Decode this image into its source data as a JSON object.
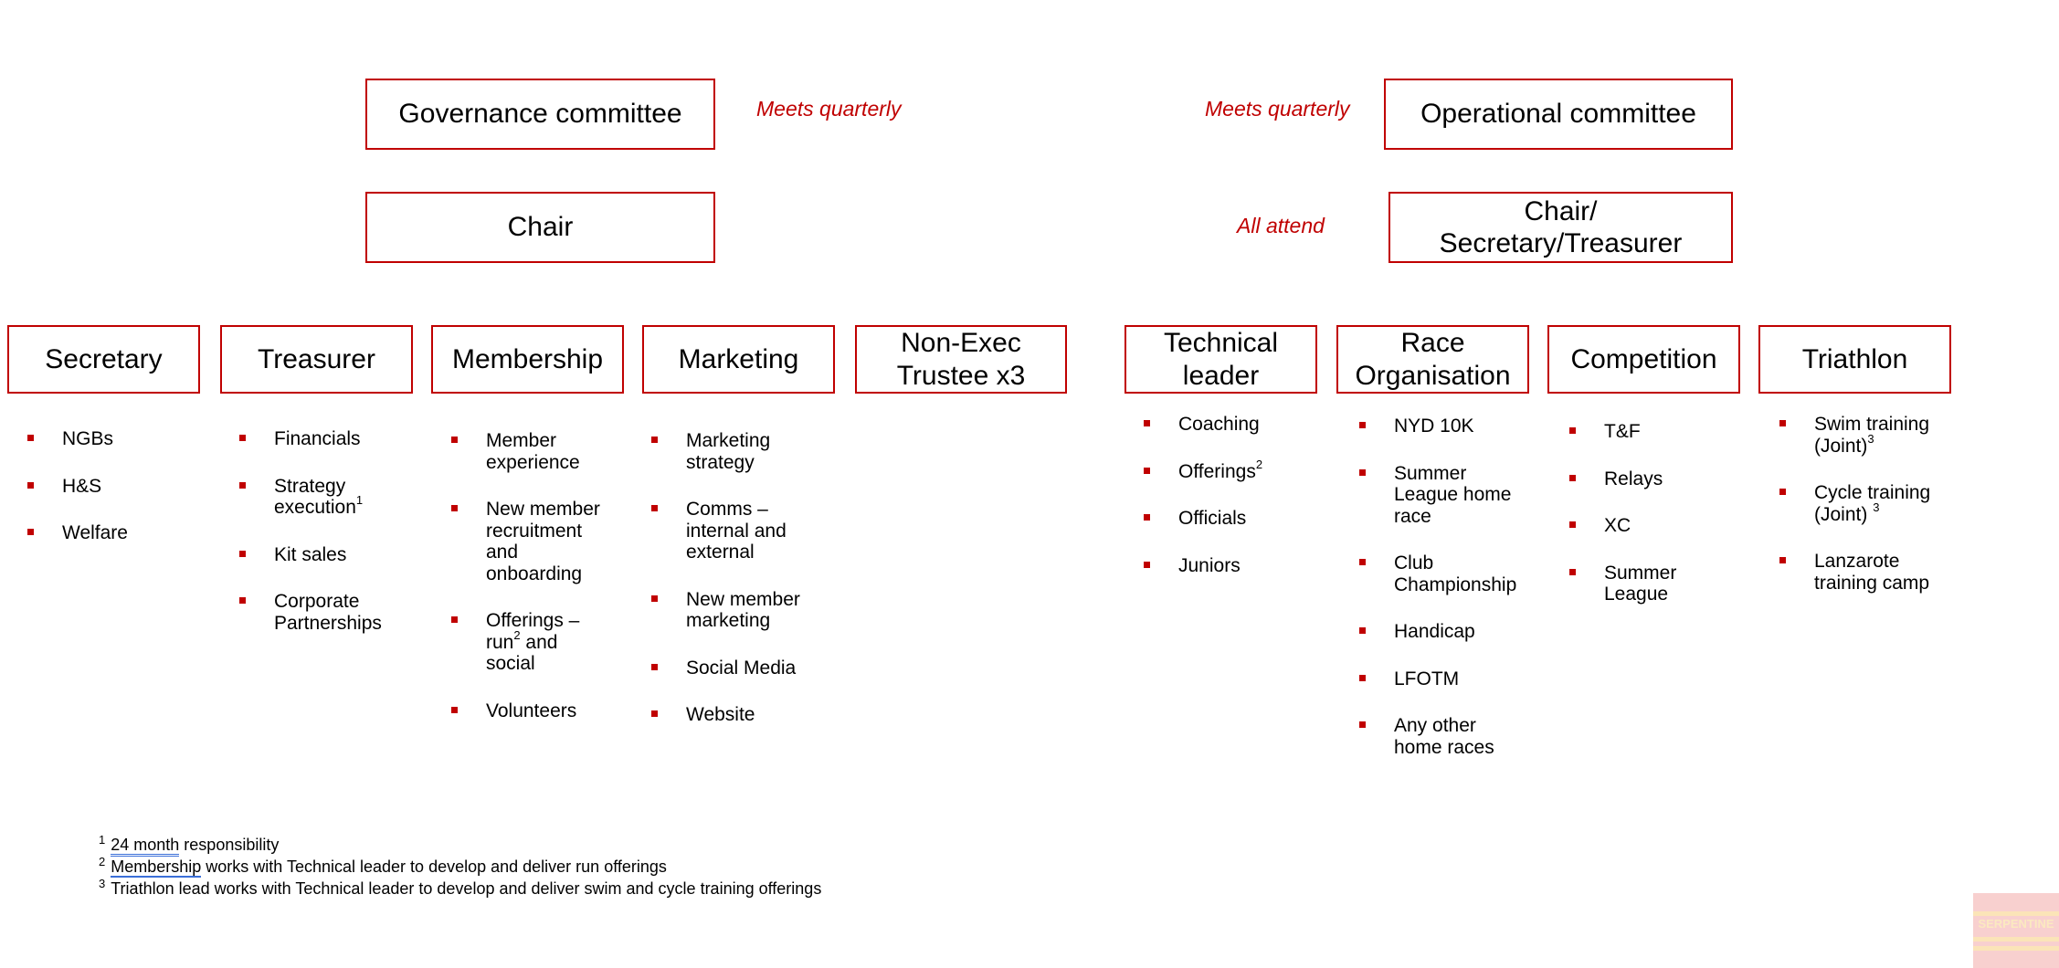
{
  "governance": {
    "title": "Governance committee",
    "note": "Meets quarterly",
    "chair": "Chair"
  },
  "operational": {
    "title": "Operational committee",
    "note": "Meets quarterly",
    "chair_line1": "Chair/",
    "chair_line2": "Secretary/Treasurer",
    "attend_note": "All attend"
  },
  "roles": {
    "secretary": {
      "title": "Secretary",
      "items": [
        "NGBs",
        "H&S",
        "Welfare"
      ]
    },
    "treasurer": {
      "title": "Treasurer",
      "items": [
        "Financials",
        "Strategy execution",
        "Kit sales",
        "Corporate Partnerships"
      ],
      "item2_sup": "1"
    },
    "membership": {
      "title": "Membership",
      "items": [
        "Member experience",
        "New member recruitment and onboarding",
        "Offerings – run",
        " and social",
        "Volunteers"
      ],
      "item3_sup": "2"
    },
    "marketing": {
      "title": "Marketing",
      "items": [
        "Marketing strategy",
        "Comms – internal and external",
        "New member marketing",
        "Social Media",
        "Website"
      ]
    },
    "nonexec": {
      "title_line1": "Non-Exec",
      "title_line2": "Trustee x3"
    },
    "technical": {
      "title_line1": "Technical",
      "title_line2": "leader",
      "items": [
        "Coaching",
        "Offerings",
        "Officials",
        "Juniors"
      ],
      "item2_sup": "2"
    },
    "race": {
      "title_line1": "Race",
      "title_line2": "Organisation",
      "items": [
        "NYD 10K",
        "Summer League home race",
        "Club Championship",
        "Handicap",
        "LFOTM",
        "Any other home races"
      ]
    },
    "competition": {
      "title": "Competition",
      "items": [
        "T&F",
        "Relays",
        "XC",
        "Summer League"
      ]
    },
    "triathlon": {
      "title": "Triathlon",
      "items": [
        "Swim training (Joint)",
        "Cycle training (Joint)",
        "Lanzarote training camp"
      ],
      "item1_sup": "3",
      "item2_sup": "3"
    }
  },
  "footnotes": [
    {
      "mark": "1",
      "underlined": "24 month",
      "text": " responsibility"
    },
    {
      "mark": "2",
      "underlined": "Membership",
      "text": " works with Technical leader to develop and deliver run offerings"
    },
    {
      "mark": "3",
      "text": "Triathlon lead works with Technical leader to develop and deliver swim and cycle training offerings"
    }
  ],
  "logo": {
    "text": "SERPENTINE",
    "colors": {
      "background": "#f8d0cf",
      "stripe": "#fbe4b8"
    }
  },
  "colors": {
    "accent": "#c00000",
    "text": "#000000",
    "background": "#ffffff"
  }
}
